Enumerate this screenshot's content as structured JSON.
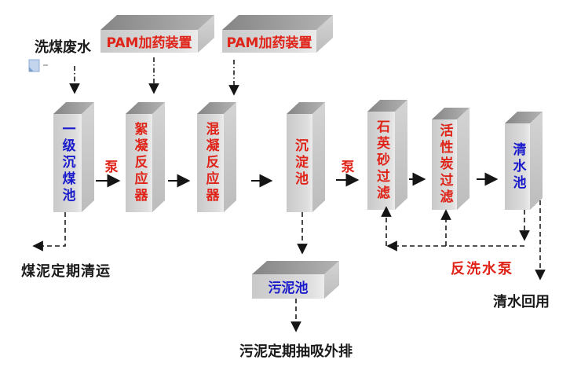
{
  "diagram": {
    "influent_label": "洗煤废水",
    "dosing_units": [
      {
        "label": "PAM加药装置"
      },
      {
        "label": "PAM加药装置"
      }
    ],
    "tanks": [
      {
        "label": "一级沉煤池",
        "color": "#1a1acd"
      },
      {
        "label": "絮凝反应器",
        "color": "#e02318"
      },
      {
        "label": "混凝反应器",
        "color": "#e02318"
      },
      {
        "label": "沉淀池",
        "color": "#e02318"
      },
      {
        "label": "石英砂过滤",
        "color": "#e02318"
      },
      {
        "label": "活性炭过滤",
        "color": "#e02318"
      },
      {
        "label": "清水池",
        "color": "#1a1acd"
      }
    ],
    "pumps": [
      {
        "label": "泵"
      },
      {
        "label": "泵"
      }
    ],
    "sludge_tank_label": "污泥池",
    "coal_sludge_note": "煤泥定期清运",
    "sludge_discharge_note": "污泥定期抽吸外排",
    "backwash_pump_label": "反洗水泵",
    "reuse_note": "清水回用",
    "icons": [
      {
        "name": "paste-icon"
      }
    ]
  },
  "colors": {
    "red": "#e02318",
    "blue": "#1a1acd",
    "black": "#1a1a1a"
  }
}
